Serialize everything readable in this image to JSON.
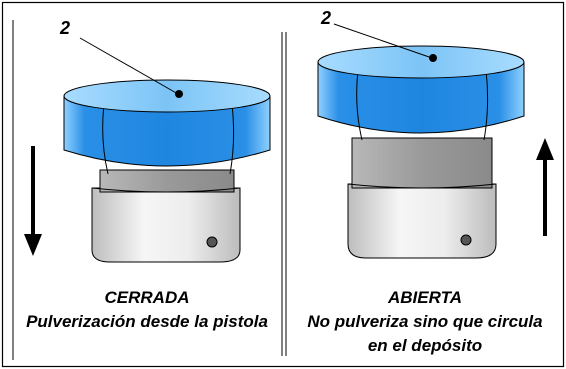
{
  "left_panel": {
    "callout": "2",
    "caption_title": "CERRADA",
    "caption_text": "Pulverización desde la pistola",
    "arrow_direction": "down"
  },
  "right_panel": {
    "callout": "2",
    "caption_title": "ABIERTA",
    "caption_line1": "No pulveriza sino que circula",
    "caption_line2": "en el depósito",
    "arrow_direction": "up"
  },
  "colors": {
    "cap_blue": "#2a8fe6",
    "cap_light": "#8fd0ff",
    "stem_gray": "#9a9a9a",
    "body_silver": "#e8e8e8"
  }
}
